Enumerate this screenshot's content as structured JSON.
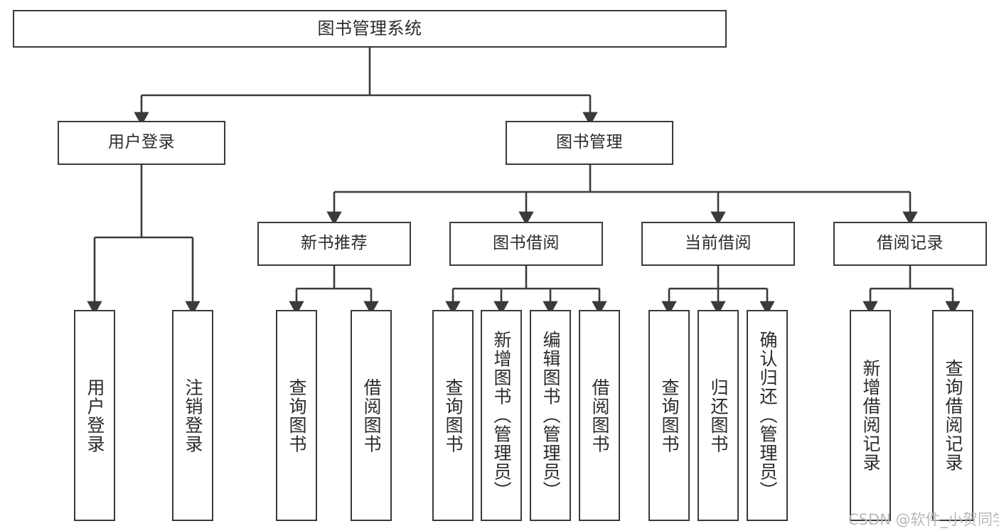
{
  "diagram": {
    "title": "图书管理系统",
    "type": "tree",
    "root": {
      "id": "root",
      "label": "图书管理系统"
    },
    "level1": [
      {
        "id": "user-login",
        "label": "用户登录"
      },
      {
        "id": "book-management",
        "label": "图书管理"
      }
    ],
    "level2": [
      {
        "id": "new-book-recommend",
        "label": "新书推荐",
        "parent": "book-management"
      },
      {
        "id": "book-borrow",
        "label": "图书借阅",
        "parent": "book-management"
      },
      {
        "id": "current-borrow",
        "label": "当前借阅",
        "parent": "book-management"
      },
      {
        "id": "borrow-record",
        "label": "借阅记录",
        "parent": "book-management"
      }
    ],
    "leaves": [
      {
        "id": "leaf-user-login",
        "label": "用户登录",
        "parent": "user-login"
      },
      {
        "id": "leaf-user-logout",
        "label": "注销登录",
        "parent": "user-login"
      },
      {
        "id": "leaf-query-book-1",
        "label": "查询图书",
        "parent": "new-book-recommend"
      },
      {
        "id": "leaf-borrow-book-1",
        "label": "借阅图书",
        "parent": "new-book-recommend"
      },
      {
        "id": "leaf-query-book-2",
        "label": "查询图书",
        "parent": "book-borrow"
      },
      {
        "id": "leaf-add-book",
        "label": "新增图书（管理员）",
        "parent": "book-borrow"
      },
      {
        "id": "leaf-edit-book",
        "label": "编辑图书（管理员）",
        "parent": "book-borrow"
      },
      {
        "id": "leaf-borrow-book-2",
        "label": "借阅图书",
        "parent": "book-borrow"
      },
      {
        "id": "leaf-query-book-3",
        "label": "查询图书",
        "parent": "current-borrow"
      },
      {
        "id": "leaf-return-book",
        "label": "归还图书",
        "parent": "current-borrow"
      },
      {
        "id": "leaf-confirm-return",
        "label": "确认归还（管理员）",
        "parent": "current-borrow"
      },
      {
        "id": "leaf-add-record",
        "label": "新增借阅记录",
        "parent": "borrow-record"
      },
      {
        "id": "leaf-query-record",
        "label": "查询借阅记录",
        "parent": "borrow-record"
      }
    ]
  },
  "watermark": {
    "text": "CSDN @软件_小贺同学"
  },
  "colors": {
    "stroke": "#3a3a3a",
    "text": "#2b2b2b",
    "background": "#ffffff",
    "watermark": "#b9b9b9"
  }
}
